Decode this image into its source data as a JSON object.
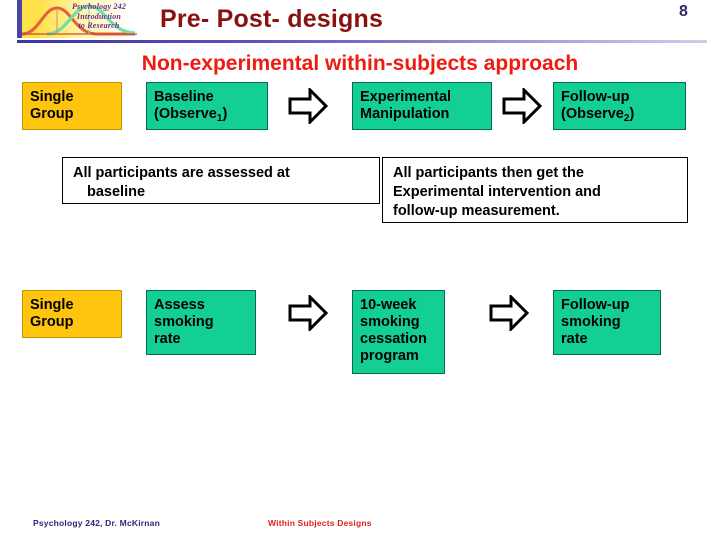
{
  "header": {
    "logo_lines": [
      "Psychology 242",
      "Introduction",
      "to Research"
    ],
    "title": "Pre- Post- designs",
    "page_number": "8"
  },
  "subtitle": "Non-experimental within-subjects approach",
  "row1": {
    "group_box": "Single\nGroup",
    "baseline_box_main": "Baseline",
    "baseline_box_second": "(Observe",
    "baseline_box_sub": "1",
    "baseline_box_close": ")",
    "manipulation_box": "Experimental\nManipulation",
    "followup_box_main": "Follow-up",
    "followup_box_second": "(Observe",
    "followup_box_sub": "2",
    "followup_box_close": ")",
    "arrow1": "right-arrow",
    "arrow2": "right-arrow"
  },
  "notes": {
    "left_line1": "All participants are assessed at",
    "left_line2": "baseline",
    "right_line1": "All participants then get the",
    "right_line2": "Experimental intervention and",
    "right_line3a": "follow-up",
    "right_line3b": " measurement."
  },
  "row2": {
    "group_box": "Single\nGroup",
    "assess_box": "Assess\nsmoking\nrate",
    "program_box": "10-week\nsmoking\ncessation\nprogram",
    "followup_box": "Follow-up\nsmoking\nrate",
    "arrow1": "right-arrow",
    "arrow2": "right-arrow"
  },
  "footer": {
    "left": "Psychology 242, Dr. McKirnan",
    "right": "Within Subjects Designs"
  },
  "colors": {
    "title_red": "#8b1010",
    "subtitle_red": "#ee1b11",
    "gold": "#ffc40d",
    "green": "#13cf93",
    "footer_blue": "#2b2b7a",
    "footer_red": "#dd2222",
    "rule_purple": "#3b33a0"
  }
}
